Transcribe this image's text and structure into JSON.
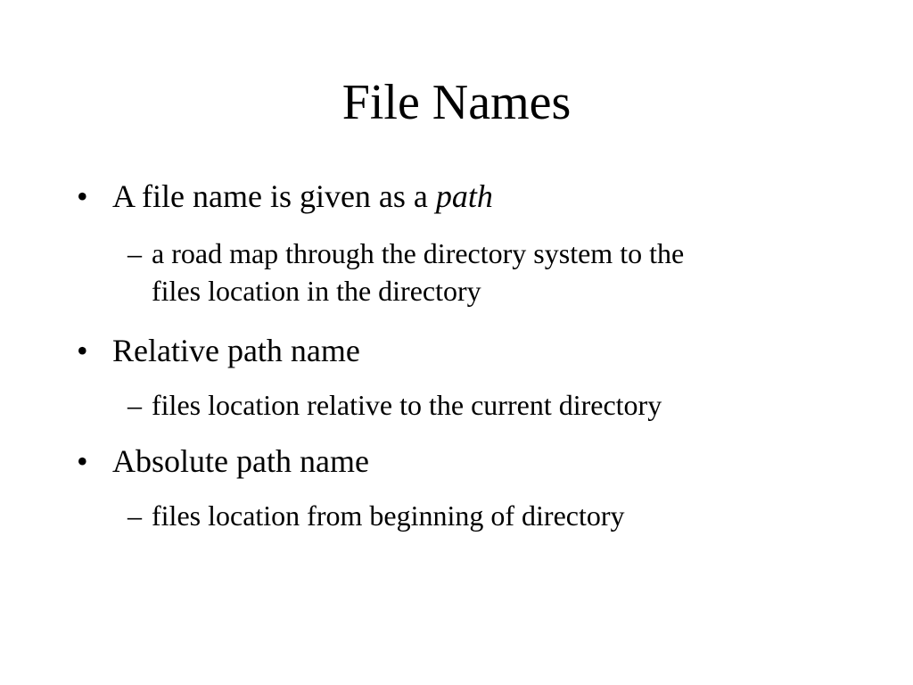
{
  "slide": {
    "title": "File Names",
    "bullet_marker": "•",
    "sub_marker": "–",
    "bullets": [
      {
        "text": "A file name is given as a ",
        "emphasis": "path",
        "sub": [
          {
            "line1": "a road map through the directory system to the",
            "line2": "files location in the directory"
          }
        ]
      },
      {
        "text": "Relative path name",
        "sub": [
          {
            "line1": "files location relative to the current directory"
          }
        ]
      },
      {
        "text": "Absolute path name",
        "sub": [
          {
            "line1": "files location from beginning of directory"
          }
        ]
      }
    ]
  }
}
